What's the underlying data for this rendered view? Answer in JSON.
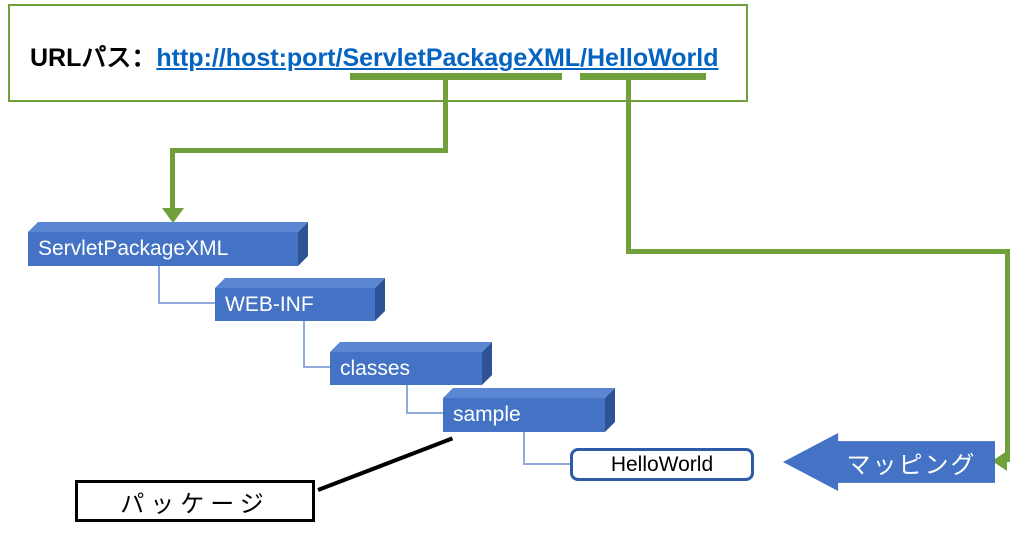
{
  "header": {
    "label": "URLパス：",
    "url": "http://host:port/ServletPackageXML/HelloWorld"
  },
  "tree": {
    "folders": [
      {
        "label": "ServletPackageXML"
      },
      {
        "label": "WEB-INF"
      },
      {
        "label": "classes"
      },
      {
        "label": "sample"
      }
    ],
    "file": {
      "label": "HelloWorld"
    }
  },
  "labels": {
    "mapping": "マッピング",
    "package": "パッケージ"
  },
  "colors": {
    "green": "#6FA03C",
    "folder_blue": "#4472C4",
    "folder_side_blue": "#2D5396",
    "link_blue": "#0563C1"
  }
}
